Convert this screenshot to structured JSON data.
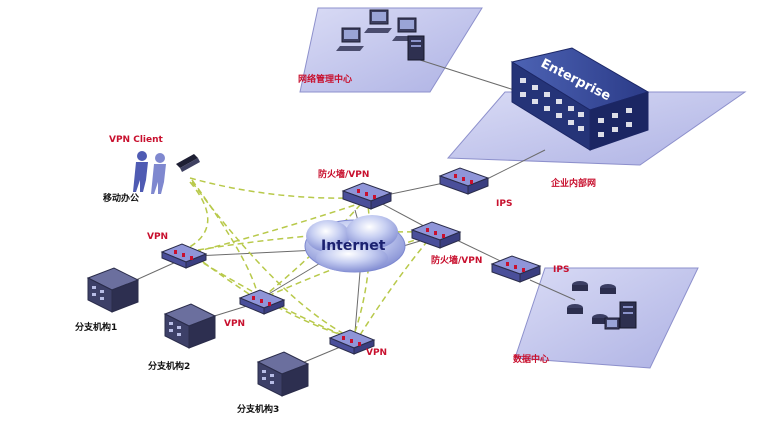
{
  "labels": {
    "netmgmt": "网络管理中心",
    "enterprise": "Enterprise",
    "intranet": "企业内部网",
    "vpn_client": "VPN Client",
    "mobile_office": "移动办公",
    "fw_vpn_top": "防火墙/VPN",
    "fw_vpn_mid": "防火墙/VPN",
    "ips_top": "IPS",
    "ips_mid": "IPS",
    "internet": "Internet",
    "vpn_left": "VPN",
    "vpn_center": "VPN",
    "vpn_bottom": "VPN",
    "branch1": "分支机构1",
    "branch2": "分支机构2",
    "branch3": "分支机构3",
    "datacenter": "数据中心"
  },
  "colors": {
    "platform_fill": "#c9cbee",
    "platform_edge": "#8d90cc",
    "device_top": "#8f95d8",
    "device_side": "#4a4f9a",
    "red_label": "#c8102e",
    "dashed_link": "#b8c94a",
    "solid_link": "#6b6b6b",
    "building": "#2c3f8a"
  }
}
